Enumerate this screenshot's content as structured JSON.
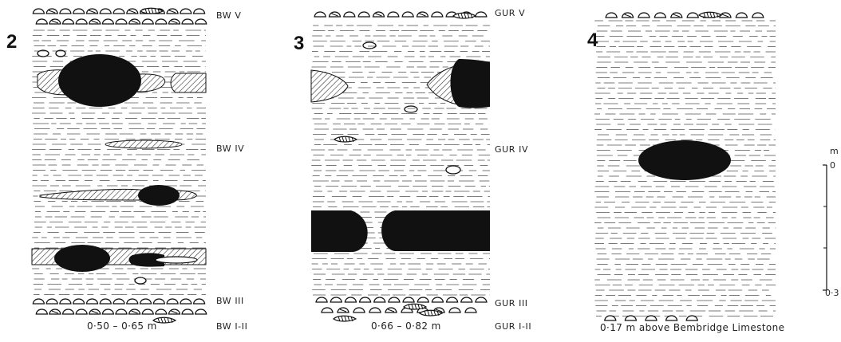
{
  "panels": [
    {
      "number": "2",
      "horizon_labels": [
        "BW V",
        "BW IV",
        "BW III",
        "BW I-II"
      ],
      "caption": "0·50 – 0·65 m"
    },
    {
      "number": "3",
      "horizon_labels": [
        "GUR V",
        "GUR IV",
        "GUR III",
        "GUR I-II"
      ],
      "caption": "0·66 – 0·82 m"
    },
    {
      "number": "4",
      "horizon_labels": [],
      "caption": "0·17 m above Bembridge Limestone"
    }
  ],
  "scale_bar": {
    "unit": "m",
    "top_label": "0",
    "bottom_label": "0·3"
  },
  "colors": {
    "ink": "#111111",
    "shale_line": "#555555",
    "paper": "#ffffff"
  }
}
